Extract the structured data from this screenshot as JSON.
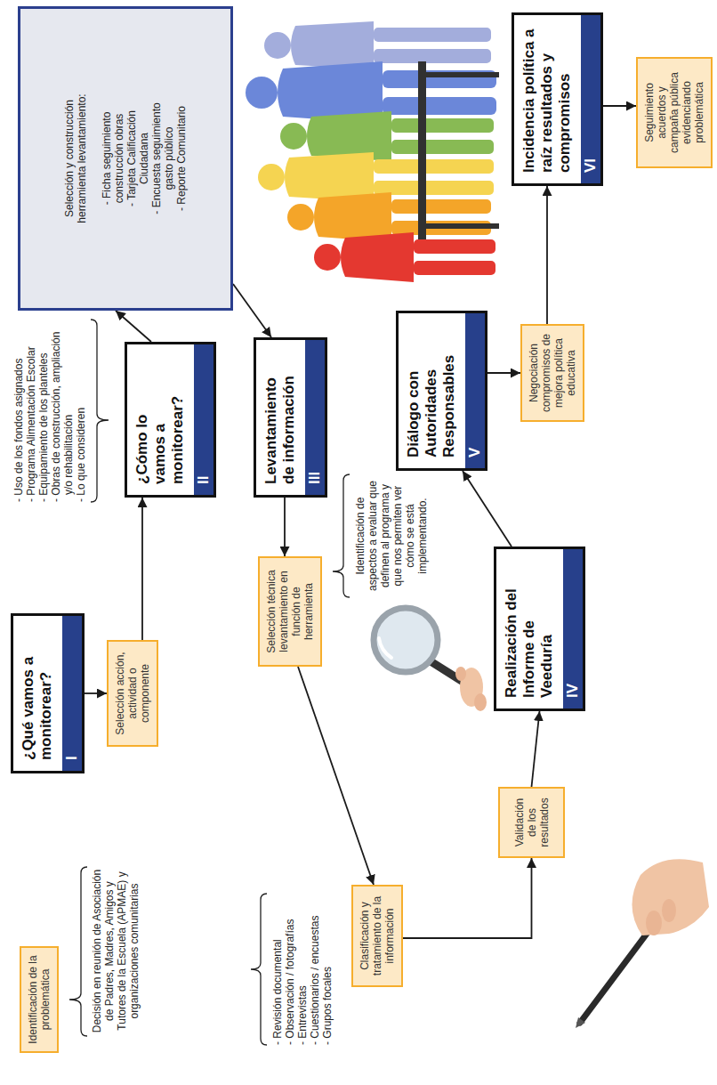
{
  "diagram": {
    "nodes": [
      {
        "text": [
          "Identificación de la problemática"
        ]
      },
      {
        "text": [
          "¿Qué vamos a monitorear?",
          "I"
        ]
      },
      {
        "text": [
          "Selección acción, actividad o componente"
        ]
      },
      {
        "text": [
          "¿Cómo lo vamos a monitorear?",
          "II"
        ]
      },
      {
        "text": [
          "Selección y construcción herramienta levantamiento:",
          "- Ficha seguimiento construcción obras",
          "- Tarjeta Calificación Ciudadana",
          "- Encuesta seguimiento gasto público",
          "- Reporte Comunitario"
        ]
      },
      {
        "text": [
          "Levantamiento de información",
          "III"
        ]
      },
      {
        "text": [
          "Selección técnica levantamiento en función de herramienta"
        ]
      },
      {
        "text": [
          "Clasificación y tratamiento de la información"
        ]
      },
      {
        "text": [
          "Validación de los resultados"
        ]
      },
      {
        "text": [
          "Realización del Informe de Veeduría",
          "IV"
        ]
      },
      {
        "text": [
          "Diálogo con Autoridades Responsables",
          "V"
        ]
      },
      {
        "text": [
          "Negociación compromisos de mejora política educativa"
        ]
      },
      {
        "text": [
          "Incidencia política a raíz resultados y compromisos",
          "VI"
        ]
      },
      {
        "text": [
          "Seguimiento acuerdos y campaña pública evidenciando problemática"
        ]
      }
    ],
    "edges": [
      {
        "from": 1,
        "to": 2,
        "arrow": "to"
      },
      {
        "from": 2,
        "to": 3,
        "arrow": "to"
      },
      {
        "from": 3,
        "to": 4,
        "arrow": "to"
      },
      {
        "from": 4,
        "to": 5,
        "arrow": "to"
      },
      {
        "from": 5,
        "to": 6,
        "arrow": "to"
      },
      {
        "from": 6,
        "to": 7,
        "arrow": "to"
      },
      {
        "from": 7,
        "to": 8,
        "arrow": "to"
      },
      {
        "from": 8,
        "to": 9,
        "arrow": "to"
      },
      {
        "from": 9,
        "to": 10,
        "arrow": "to"
      },
      {
        "from": 10,
        "to": 11,
        "arrow": "to"
      },
      {
        "from": 11,
        "to": 12,
        "arrow": "to"
      },
      {
        "from": 12,
        "to": 13,
        "arrow": "to"
      }
    ],
    "labels": [
      "Decisión en reunión de Asociación de Padres, Madres, Amigos y Tutores de la Escuela (APMAE) y organizaciones comunitarias",
      "- Uso de los fondos asignados",
      "- Programa Alimentación Escolar",
      "- Equipamiento de los planteles",
      "- Obras de construcción, ampliación y/o rehabilitación",
      "- Lo que consideren",
      "- Revisión documental",
      "- Observación / fotografías",
      "- Entrevistas",
      "- Cuestionarios / encuestas",
      "- Grupos focales",
      "Identificación de aspectos a evaluar que definen al programa y que nos permiten ver cómo se está implementando."
    ]
  }
}
